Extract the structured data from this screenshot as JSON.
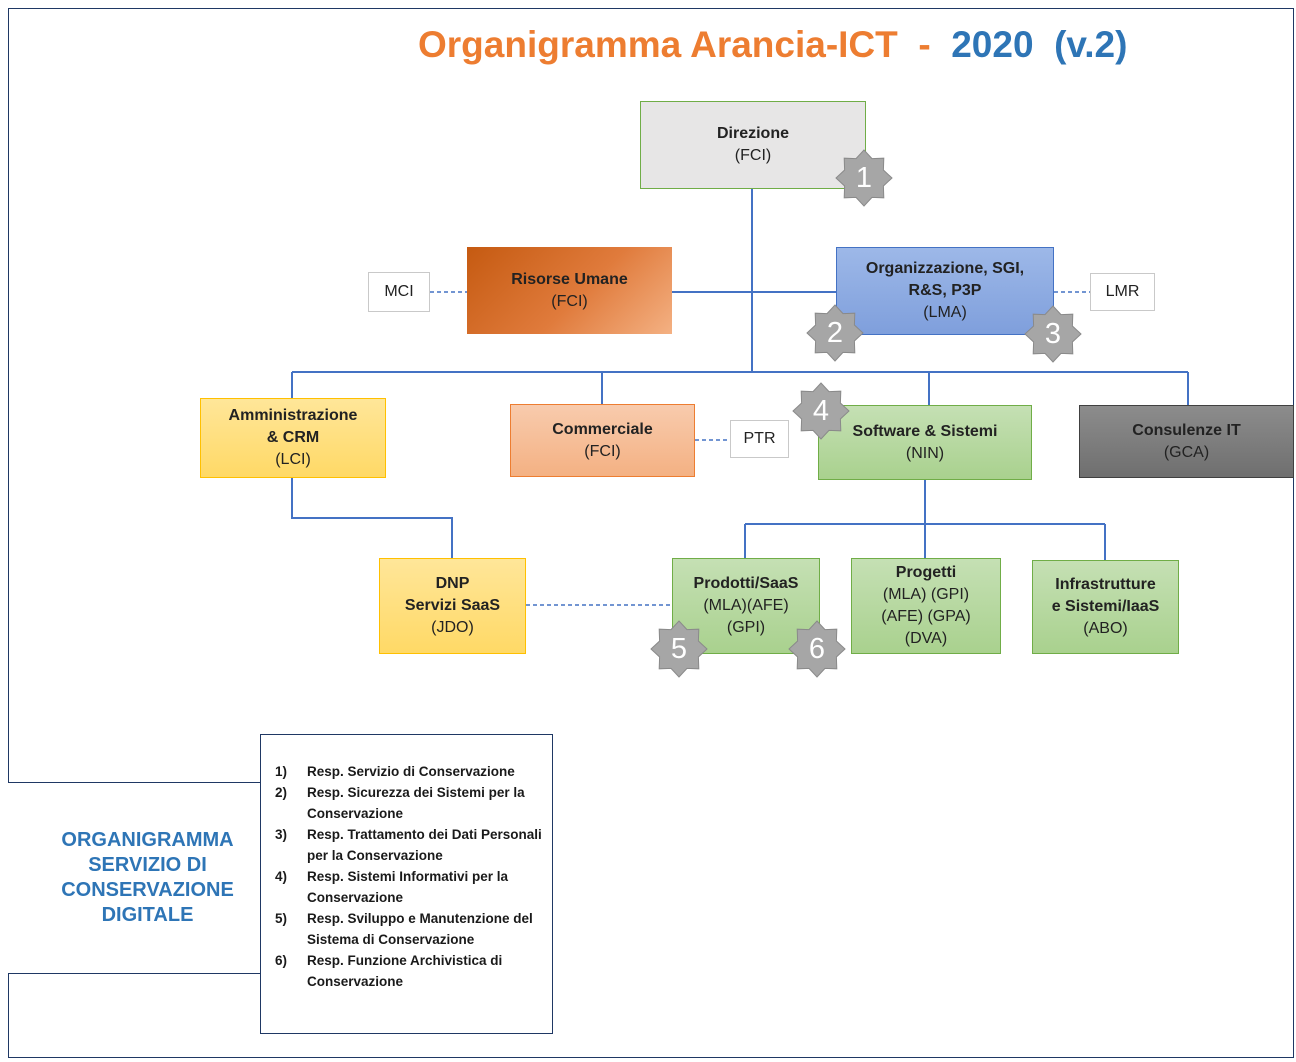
{
  "title": {
    "main": "Organigramma Arancia-ICT",
    "sep": "-",
    "year": "2020",
    "version": "(v.2)"
  },
  "boxes": {
    "direzione": {
      "name": "Direzione",
      "code": "(FCI)",
      "fill": "#e7e6e6",
      "border": "#70ad47"
    },
    "risorse_umane": {
      "name": "Risorse Umane",
      "code": "(FCI)",
      "fill": "#c55a11"
    },
    "organizzazione": {
      "name": "Organizzazione, SGI,\nR&S, P3P",
      "code": "(LMA)",
      "fill": "#8ea9db"
    },
    "amministrazione": {
      "name": "Amministrazione\n& CRM",
      "code": "(LCI)",
      "fill": "#ffd966"
    },
    "commerciale": {
      "name": "Commerciale",
      "code": "(FCI)",
      "fill": "#f4b183"
    },
    "software_sistemi": {
      "name": "Software & Sistemi",
      "code": "(NIN)",
      "fill": "#a9d18e"
    },
    "consulenze_it": {
      "name": "Consulenze IT",
      "code": "(GCA)",
      "fill": "#767171"
    },
    "dnp": {
      "name": "DNP\nServizi SaaS",
      "code": "(JDO)",
      "fill": "#ffd966"
    },
    "prodotti": {
      "name": "Prodotti/SaaS",
      "code": "(MLA)(AFE)\n(GPI)",
      "fill": "#a9d18e"
    },
    "progetti": {
      "name": "Progetti",
      "code": "(MLA) (GPI)\n(AFE) (GPA)\n(DVA)",
      "fill": "#a9d18e"
    },
    "infrastrutture": {
      "name": "Infrastrutture\ne Sistemi/IaaS",
      "code": "(ABO)",
      "fill": "#a9d18e"
    }
  },
  "side_labels": {
    "mci": "MCI",
    "lmr": "LMR",
    "ptr": "PTR"
  },
  "badges": [
    "1",
    "2",
    "3",
    "4",
    "5",
    "6"
  ],
  "legend": {
    "heading": "ORGANIGRAMMA\nSERVIZIO DI\nCONSERVAZIONE\nDIGITALE",
    "items": [
      {
        "num": "1)",
        "text": "Resp. Servizio di Conservazione"
      },
      {
        "num": "2)",
        "text": "Resp. Sicurezza dei Sistemi per la Conservazione"
      },
      {
        "num": "3)",
        "text": "Resp. Trattamento dei Dati Personali per la Conservazione"
      },
      {
        "num": "4)",
        "text": "Resp. Sistemi Informativi per la Conservazione"
      },
      {
        "num": "5)",
        "text": "Resp. Sviluppo e Manutenzione del Sistema di Conservazione"
      },
      {
        "num": "6)",
        "text": "Resp. Funzione Archivistica di Conservazione"
      }
    ]
  },
  "colors": {
    "title_orange": "#ed7d31",
    "title_blue": "#2e75b6",
    "connector": "#4472c4",
    "badge": "#a6a6a6"
  }
}
